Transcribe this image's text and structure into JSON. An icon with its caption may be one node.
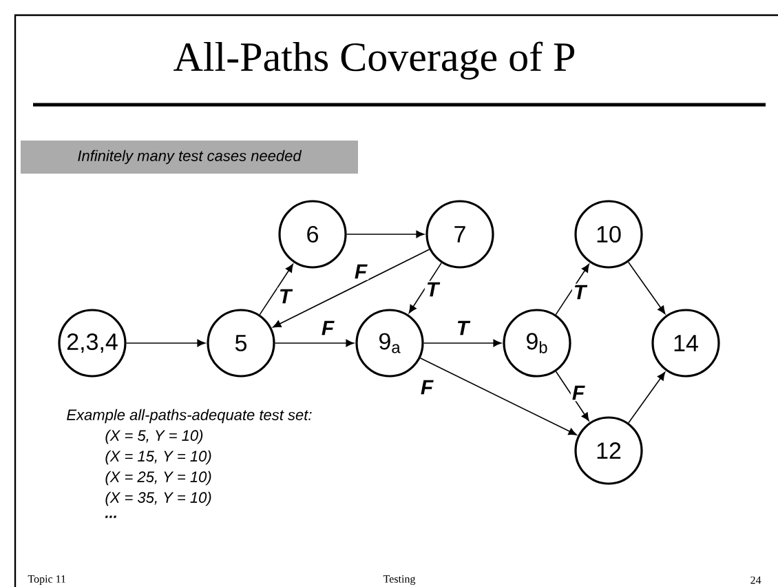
{
  "diagram": {
    "title": "All-Paths Coverage of P",
    "nodes": [
      {
        "text": [
          "2,3,4"
        ]
      },
      {
        "text": [
          "5"
        ]
      },
      {
        "text": [
          "6"
        ]
      },
      {
        "text": [
          "7"
        ]
      },
      {
        "text": [
          "9$_{a}$"
        ]
      },
      {
        "text": [
          "9$_{b}$"
        ]
      },
      {
        "text": [
          "10"
        ]
      },
      {
        "text": [
          "14"
        ]
      },
      {
        "text": [
          "12"
        ]
      },
      {
        "text": [
          "Infinitely many test cases needed"
        ]
      }
    ],
    "edges": [
      {
        "from": 0,
        "to": 1,
        "arrow": "to"
      },
      {
        "from": 1,
        "to": 2,
        "arrow": "to",
        "label": "T"
      },
      {
        "from": 2,
        "to": 3,
        "arrow": "to"
      },
      {
        "from": 3,
        "to": 1,
        "arrow": "to",
        "label": "F"
      },
      {
        "from": 3,
        "to": 4,
        "arrow": "to",
        "label": "T"
      },
      {
        "from": 1,
        "to": 4,
        "arrow": "to",
        "label": "F"
      },
      {
        "from": 4,
        "to": 5,
        "arrow": "to",
        "label": "T"
      },
      {
        "from": 4,
        "to": 8,
        "arrow": "to",
        "label": "F"
      },
      {
        "from": 5,
        "to": 6,
        "arrow": "to",
        "label": "T"
      },
      {
        "from": 5,
        "to": 8,
        "arrow": "to",
        "label": "F"
      },
      {
        "from": 6,
        "to": 7,
        "arrow": "to"
      },
      {
        "from": 8,
        "to": 7,
        "arrow": "to"
      }
    ],
    "labels": [
      "Example all-paths-adequate test set:",
      "(X = 5, Y = 10)",
      "(X = 15, Y = 10)",
      "(X = 25, Y = 10)",
      "(X = 35, Y = 10)",
      "...",
      "Topic 11",
      "Testing",
      "24"
    ]
  }
}
